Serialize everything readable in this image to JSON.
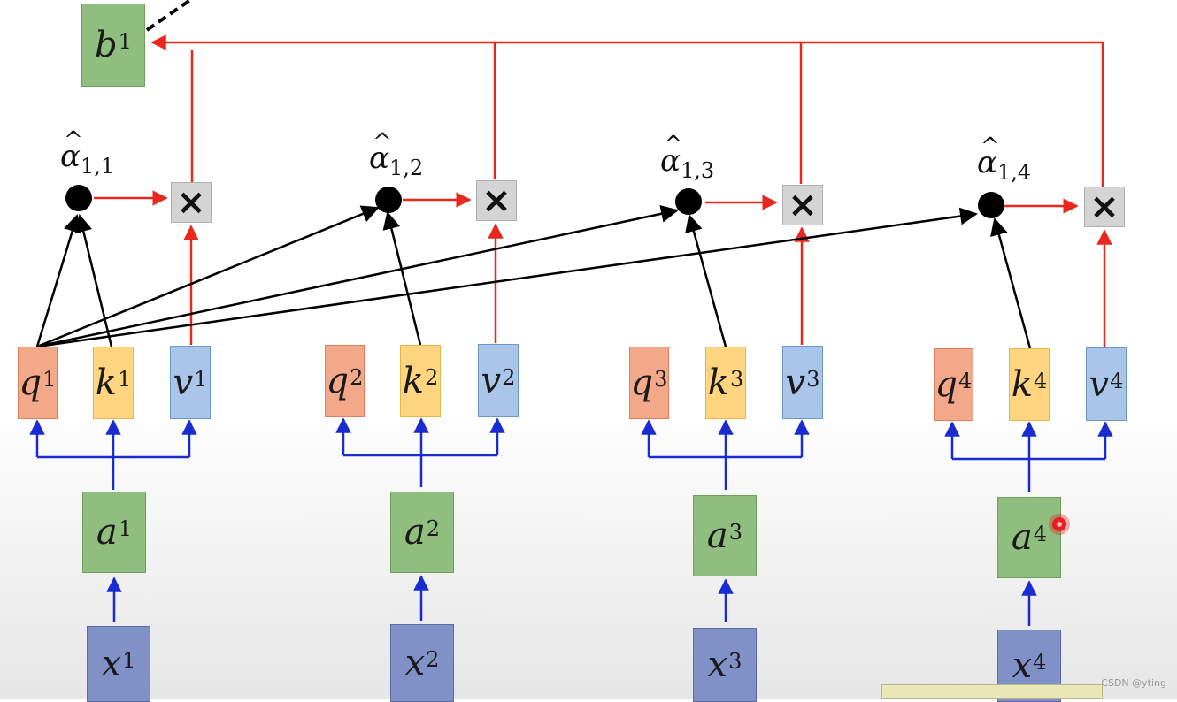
{
  "output": {
    "symbol": "b",
    "sup": "1"
  },
  "columns": [
    {
      "q": {
        "symbol": "q",
        "sup": "1"
      },
      "k": {
        "symbol": "k",
        "sup": "1"
      },
      "v": {
        "symbol": "v",
        "sup": "1"
      },
      "a": {
        "symbol": "a",
        "sup": "1"
      },
      "x": {
        "symbol": "x",
        "sup": "1"
      },
      "alpha": {
        "symbol": "α",
        "hat": "^",
        "sub": "1,1"
      },
      "mul": "×"
    },
    {
      "q": {
        "symbol": "q",
        "sup": "2"
      },
      "k": {
        "symbol": "k",
        "sup": "2"
      },
      "v": {
        "symbol": "v",
        "sup": "2"
      },
      "a": {
        "symbol": "a",
        "sup": "2"
      },
      "x": {
        "symbol": "x",
        "sup": "2"
      },
      "alpha": {
        "symbol": "α",
        "hat": "^",
        "sub": "1,2"
      },
      "mul": "×"
    },
    {
      "q": {
        "symbol": "q",
        "sup": "3"
      },
      "k": {
        "symbol": "k",
        "sup": "3"
      },
      "v": {
        "symbol": "v",
        "sup": "3"
      },
      "a": {
        "symbol": "a",
        "sup": "3"
      },
      "x": {
        "symbol": "x",
        "sup": "3"
      },
      "alpha": {
        "symbol": "α",
        "hat": "^",
        "sub": "1,3"
      },
      "mul": "×"
    },
    {
      "q": {
        "symbol": "q",
        "sup": "4"
      },
      "k": {
        "symbol": "k",
        "sup": "4"
      },
      "v": {
        "symbol": "v",
        "sup": "4"
      },
      "a": {
        "symbol": "a",
        "sup": "4"
      },
      "x": {
        "symbol": "x",
        "sup": "4"
      },
      "alpha": {
        "symbol": "α",
        "hat": "^",
        "sub": "1,4"
      },
      "mul": "×"
    }
  ],
  "colors": {
    "query": "#f3a88a",
    "key": "#ffd57f",
    "value": "#a9c6ea",
    "embedding": "#8fbe7e",
    "input": "#7f91c6",
    "red_wire": "#e8281e",
    "blue_wire": "#1a2bd0",
    "black_wire": "#000000"
  },
  "watermark": "CSDN @yting"
}
